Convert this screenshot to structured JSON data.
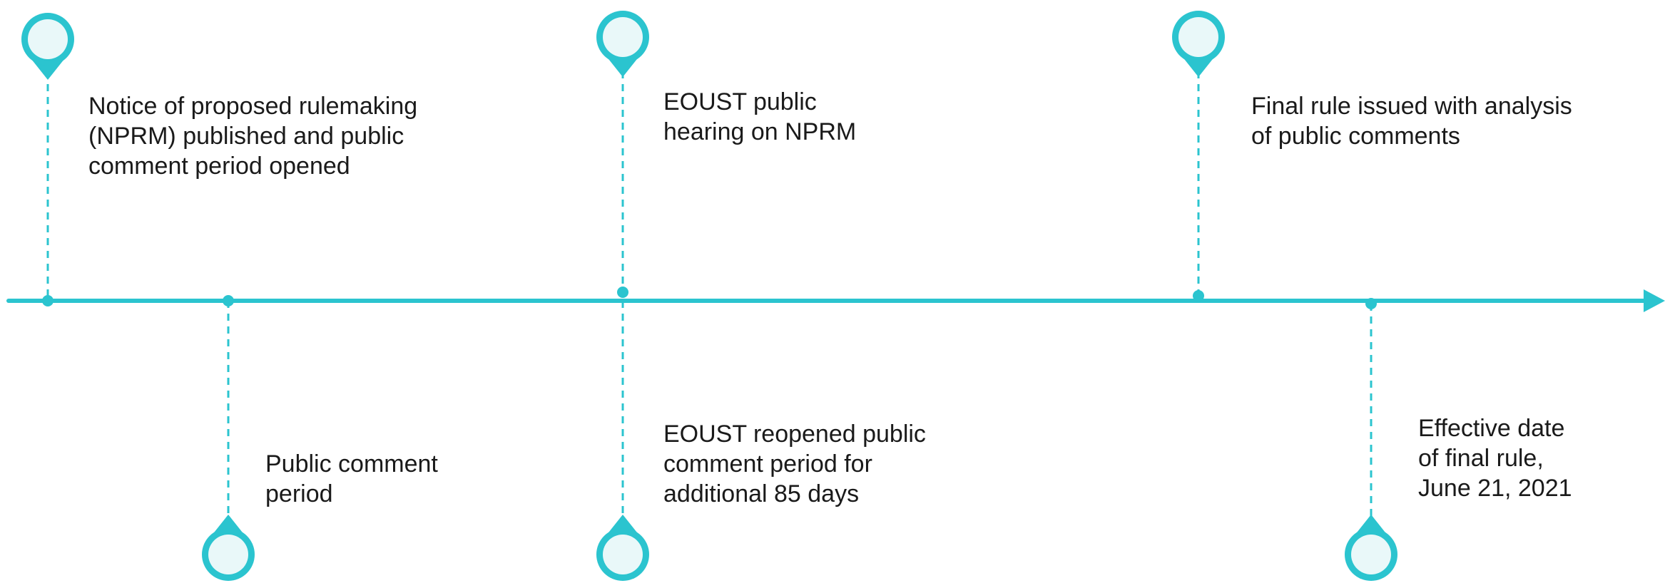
{
  "theme": {
    "accent": "#2bc4cf",
    "pin_fill": "#e9f8f9",
    "text": "#1a1a1a",
    "background": "#ffffff"
  },
  "timeline": {
    "events": [
      {
        "id": "nprm-published",
        "side": "above",
        "text": "Notice of proposed rulemaking\n(NPRM) published and public\ncomment period opened"
      },
      {
        "id": "public-comment-period",
        "side": "below",
        "text": "Public comment\nperiod"
      },
      {
        "id": "public-hearing",
        "side": "above",
        "text": "EOUST public\nhearing on NPRM"
      },
      {
        "id": "reopened-comment-period",
        "side": "below",
        "text": "EOUST reopened public\ncomment period for\nadditional 85 days"
      },
      {
        "id": "final-rule-issued",
        "side": "above",
        "text": "Final rule issued with analysis\nof public comments"
      },
      {
        "id": "effective-date",
        "side": "below",
        "text": "Effective date\nof final rule,\nJune 21, 2021"
      }
    ]
  }
}
